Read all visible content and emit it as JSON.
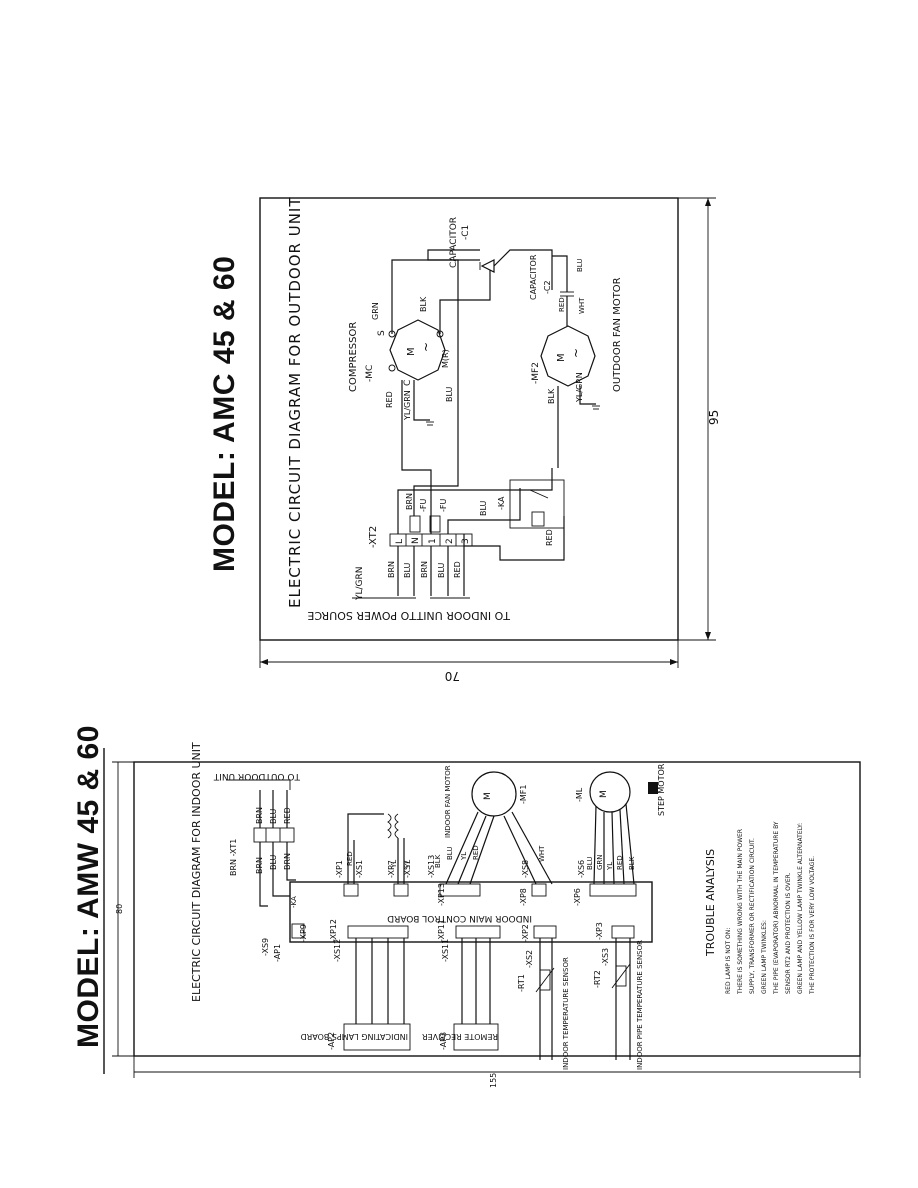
{
  "outdoor": {
    "model_title": "MODEL: AMC 45 & 60",
    "diagram_title": "ELECTRIC CIRCUIT DIAGRAM FOR OUTDOOR UNIT",
    "dim_height": "95",
    "dim_width": "70",
    "labels": {
      "to_power_source": "TO POWER SOURCE",
      "to_indoor_unit": "TO INDOOR UNIT",
      "xt2": "-XT2",
      "compressor": "COMPRESSOR",
      "mc": "-MC",
      "outdoor_fan_motor": "OUTDOOR FAN MOTOR",
      "mf2": "-MF2",
      "capacitor1": "CAPACITOR",
      "c1": "-C1",
      "capacitor2": "CAPACITOR",
      "c2": "-C2",
      "fu1": "-FU",
      "fu2": "-FU",
      "ka": "-KA",
      "s": "S",
      "c": "C",
      "r": "M(R)",
      "m1": "M",
      "m2": "M",
      "tilde1": "~",
      "tilde2": "~",
      "brn": "BRN",
      "blu": "BLU",
      "blk": "BLK",
      "red": "RED",
      "yl_grn": "YL/GRN",
      "grn": "GRN",
      "wht": "WHT"
    },
    "terminals": [
      "L",
      "N",
      "1",
      "2",
      "3"
    ]
  },
  "indoor": {
    "model_title": "MODEL: AMW 45 & 60",
    "diagram_title": "ELECTRIC CIRCUIT DIAGRAM FOR INDOOR UNIT",
    "dim_height": "80",
    "dim_width": "155",
    "labels": {
      "to_outdoor_unit": "TO OUTDOOR UNIT",
      "xt1": "BRN -XT1",
      "indoor_fan_motor": "INDOOR FAN MOTOR",
      "mf1": "-MF1",
      "step_motor": "STEP MOTOR",
      "ml": "-ML",
      "control_board": "INDOOR MAIN CONTROL BOARD",
      "indicating_board": "INDICATING LAMPS BOARD",
      "remote_receiver": "REMOTE RECEIVER",
      "ap2": "-AP2",
      "ap3": "-AP3",
      "ap1": "-AP1",
      "xs9": "-XS9",
      "xp9": "-XP9",
      "xs12": "-XS12",
      "xp12": "-XP12",
      "xs11": "-XS11",
      "xp11": "-XP11",
      "xs2": "-XS2",
      "xp2": "-XP2",
      "xs3": "-XS3",
      "xp3": "-XP3",
      "xs1": "-XS1",
      "xp1": "-XP1",
      "xs7": "-XS7",
      "xp7": "-XP7",
      "xs13": "-XS13",
      "xp13": "-XP13",
      "xs8": "-XS8",
      "xp8": "-XP8",
      "xs6": "-XS6",
      "xp6": "-XP6",
      "rt1": "-RT1",
      "rt2": "-RT2",
      "indoor_temp_sensor": "INDOOR TEMPERATURE SENSOR",
      "indoor_pipe_sensor": "INDOOR PIPE TEMPERATURE SENSOR",
      "brn": "BRN",
      "blu": "BLU",
      "red": "RED",
      "blk": "BLK",
      "yl": "YL",
      "wht": "WHT",
      "grn": "GRN",
      "ka": "-KA",
      "m1": "M",
      "m2": "M"
    },
    "trouble": {
      "title": "TROUBLE ANALYSIS",
      "lines": [
        "RED LAMP IS NOT ON:",
        "THERE IS SOMETHING WRONG WITH THE MAIN POWER",
        "SUPPLY, TRANSFORMER OR RECTIFICATION CIRCUIT.",
        "GREEN LAMP TWINKLES:",
        "THE PIPE (EVAPORATOR) ABNORMAL IN TEMPERATURE BY",
        "SENSOR RT2 AND PROTECTION IS OVER.",
        "GREEN LAMP AND YELLOW LAMP TWINKLE ALTERNATELY:",
        "THE PROTECTION IS FOR VERY LOW VOLTAGE."
      ]
    }
  }
}
